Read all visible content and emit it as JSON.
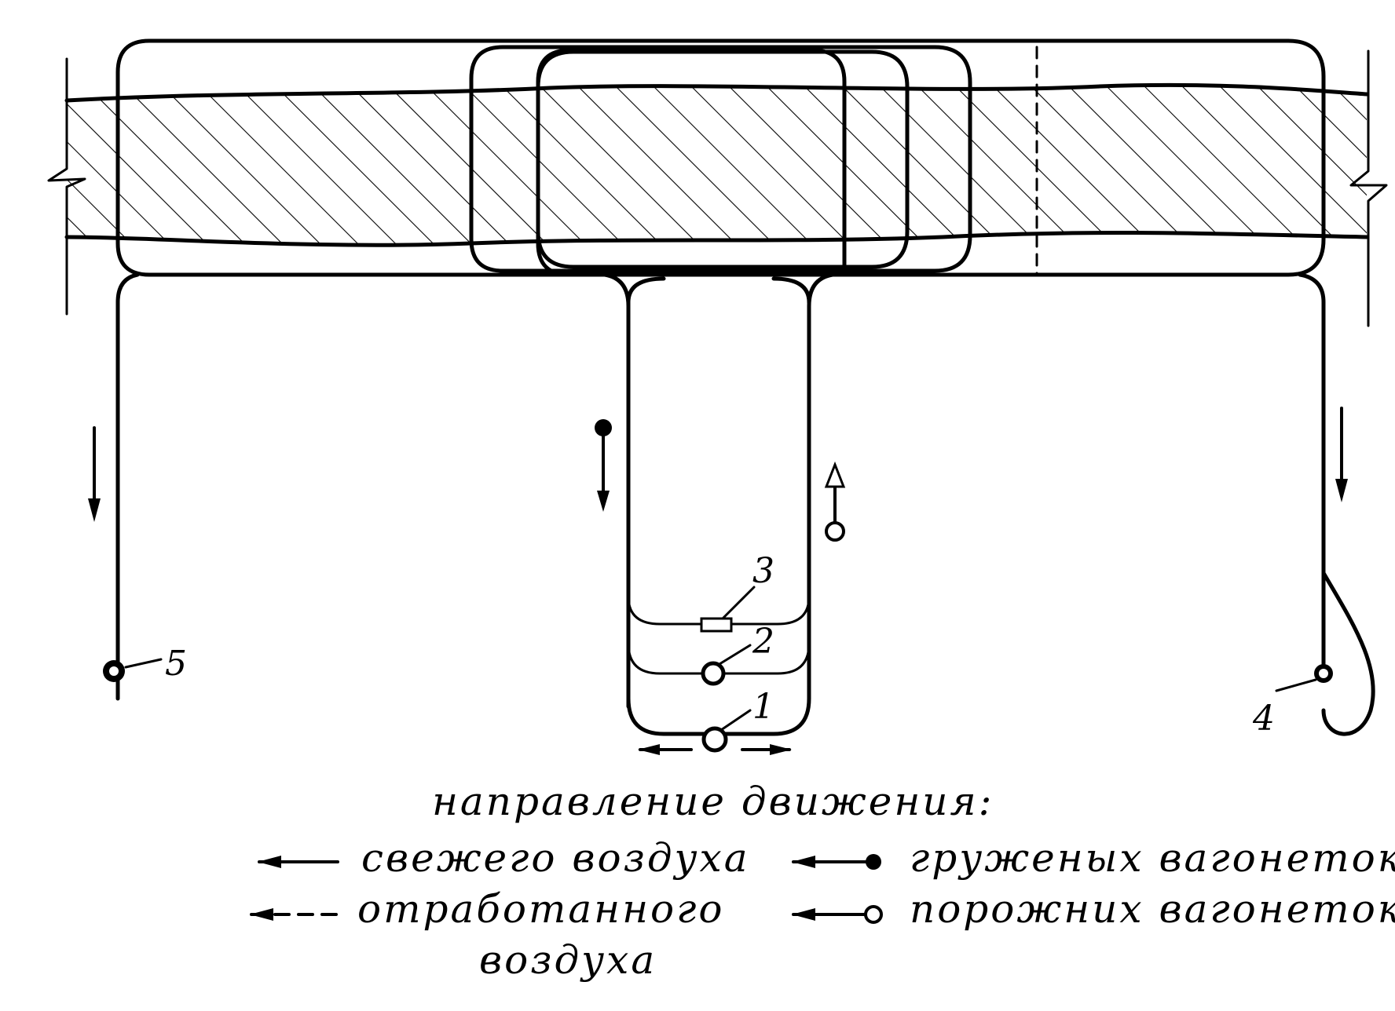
{
  "diagram": {
    "markers": {
      "m1": "1",
      "m2": "2",
      "m3": "3",
      "m4": "4",
      "m5": "5"
    },
    "legend": {
      "title": "направление движения:",
      "fresh_air": "свежего воздуха",
      "exhaust_air_line1": "отработанного",
      "exhaust_air_line2": "воздуха",
      "loaded_carts": "груженых вагонеток",
      "empty_carts": "порожних вагонеток"
    }
  }
}
